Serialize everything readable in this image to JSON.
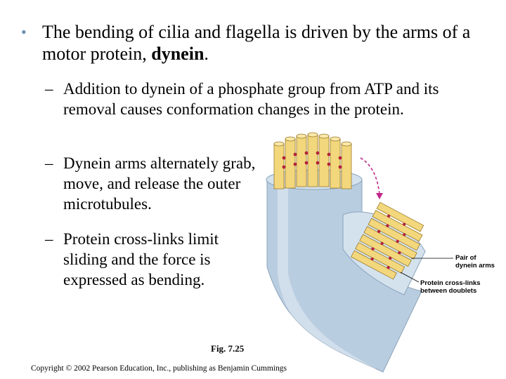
{
  "main_bullet": {
    "symbol": "•",
    "text_before": "The bending of cilia and flagella is driven by the arms of a motor protein, ",
    "text_bold": "dynein",
    "text_after": "."
  },
  "sub_bullets": [
    {
      "dash": "–",
      "text": "Addition to dynein of a phosphate group from ATP and its removal causes conformation changes in the protein."
    },
    {
      "dash": "–",
      "text": "Dynein arms alternately grab, move, and release the outer microtubules."
    },
    {
      "dash": "–",
      "text": "Protein cross-links limit sliding and the force is expressed as bending."
    }
  ],
  "figure": {
    "label": "Fig. 7.25",
    "callout_dynein_line1": "Pair of",
    "callout_dynein_line2": "dynein arms",
    "callout_crosslinks_line1": "Protein cross-links",
    "callout_crosslinks_line2": "between doublets"
  },
  "copyright": "Copyright © 2002 Pearson Education, Inc., publishing as Benjamin Cummings",
  "colors": {
    "bullet": "#6a8fb5",
    "cilium_body": "#b9cde0",
    "microtubule": "#f3d77c",
    "dynein": "#b2233a",
    "arrow": "#c0288a"
  }
}
